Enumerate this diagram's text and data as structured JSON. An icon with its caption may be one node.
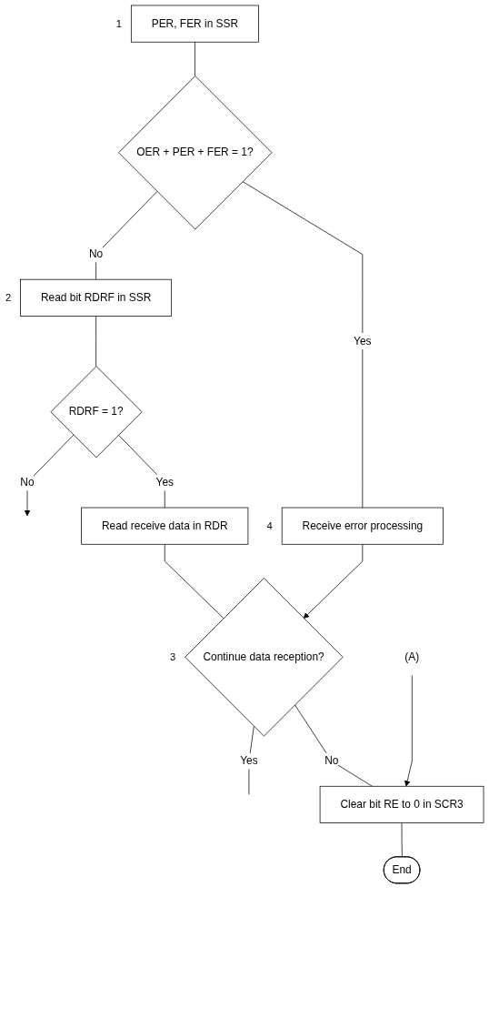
{
  "diagram": {
    "nodes": [
      {
        "text": [
          "PER, FER in SSR"
        ],
        "beside": [
          "1"
        ]
      },
      {
        "text": [
          "OER + PER + FER = 1?"
        ]
      },
      {
        "text": [
          "Read bit RDRF in SSR"
        ],
        "beside": [
          "2"
        ]
      },
      {
        "text": [
          "RDRF = 1?"
        ]
      },
      {
        "text": [
          "Read receive data in RDR"
        ]
      },
      {
        "text": [
          "Receive error processing"
        ],
        "beside": [
          "4"
        ]
      },
      {
        "text": [
          "Continue data reception?"
        ],
        "beside": [
          "3"
        ]
      },
      {
        "text": [
          "Clear bit RE to 0 in SCR3"
        ]
      },
      {
        "text": [
          "End"
        ]
      },
      {
        "text": [
          "(A)"
        ]
      }
    ],
    "edges": [
      {
        "from": 0,
        "to": 1,
        "arrow": "none"
      },
      {
        "from": 1,
        "to": 2,
        "arrow": "none",
        "label": "No"
      },
      {
        "from": 1,
        "to": 5,
        "arrow": "none",
        "label": "Yes"
      },
      {
        "from": 2,
        "to": 3,
        "arrow": "none"
      },
      {
        "from": 3,
        "to": null,
        "arrow": "to",
        "label": "No"
      },
      {
        "from": 3,
        "to": 4,
        "arrow": "none",
        "label": "Yes"
      },
      {
        "from": 4,
        "to": 6,
        "arrow": "none"
      },
      {
        "from": 5,
        "to": 6,
        "arrow": "to"
      },
      {
        "from": 6,
        "to": null,
        "arrow": "none",
        "label": "Yes"
      },
      {
        "from": 6,
        "to": 7,
        "arrow": "none",
        "label": "No"
      },
      {
        "from": 9,
        "to": 7,
        "arrow": "to"
      },
      {
        "from": 7,
        "to": 8,
        "arrow": "none"
      }
    ]
  }
}
